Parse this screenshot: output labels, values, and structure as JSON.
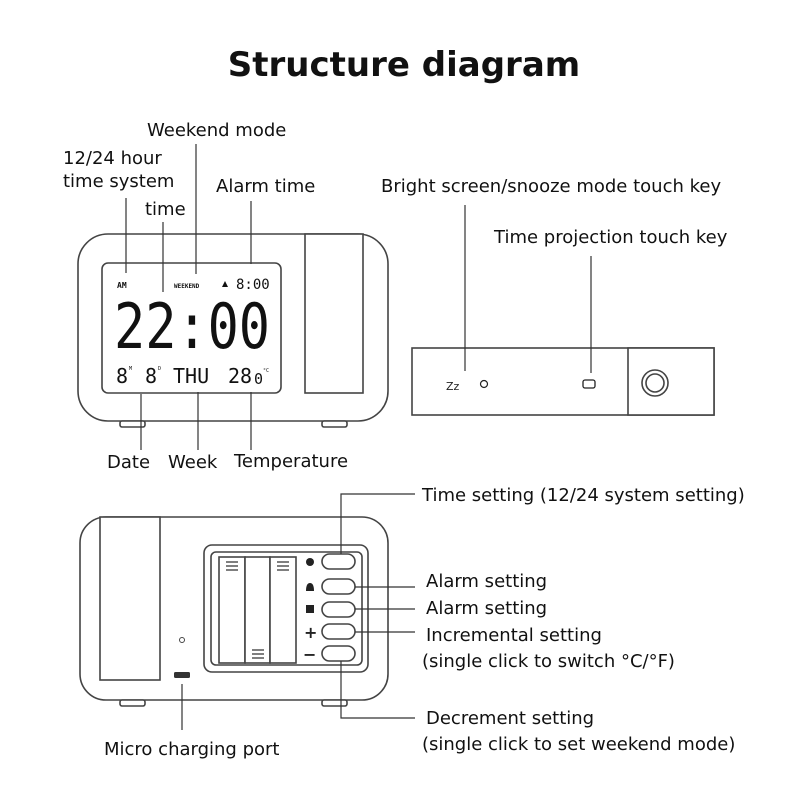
{
  "title": "Structure diagram",
  "front_labels": {
    "weekend_mode": "Weekend mode",
    "hour_system_line1": "12/24 hour",
    "hour_system_line2": "time system",
    "time": "time",
    "alarm_time": "Alarm time",
    "date": "Date",
    "week": "Week",
    "temperature": "Temperature"
  },
  "lcd": {
    "am": "AM",
    "weekend": "WEEKEND",
    "alarm": "8:00",
    "time": "22:00",
    "month": "8",
    "month_unit": "M",
    "day": "8",
    "day_unit": "D",
    "weekday": "THU",
    "temp": "28",
    "temp_decimal": "0",
    "temp_unit": "°C"
  },
  "side_labels": {
    "snooze_key": "Bright screen/snooze mode touch key",
    "projection_key": "Time projection touch key",
    "snooze_icon_text": "Zz"
  },
  "back_labels": {
    "time_setting": "Time setting (12/24 system setting)",
    "alarm_setting_1": "Alarm setting",
    "alarm_setting_2": "Alarm setting",
    "incremental_line1": "Incremental setting",
    "incremental_line2": "(single click to switch °C/°F)",
    "decrement_line1": "Decrement setting",
    "decrement_line2": "(single click to set weekend mode)",
    "micro_port": "Micro charging port",
    "plus": "+",
    "minus": "−"
  }
}
